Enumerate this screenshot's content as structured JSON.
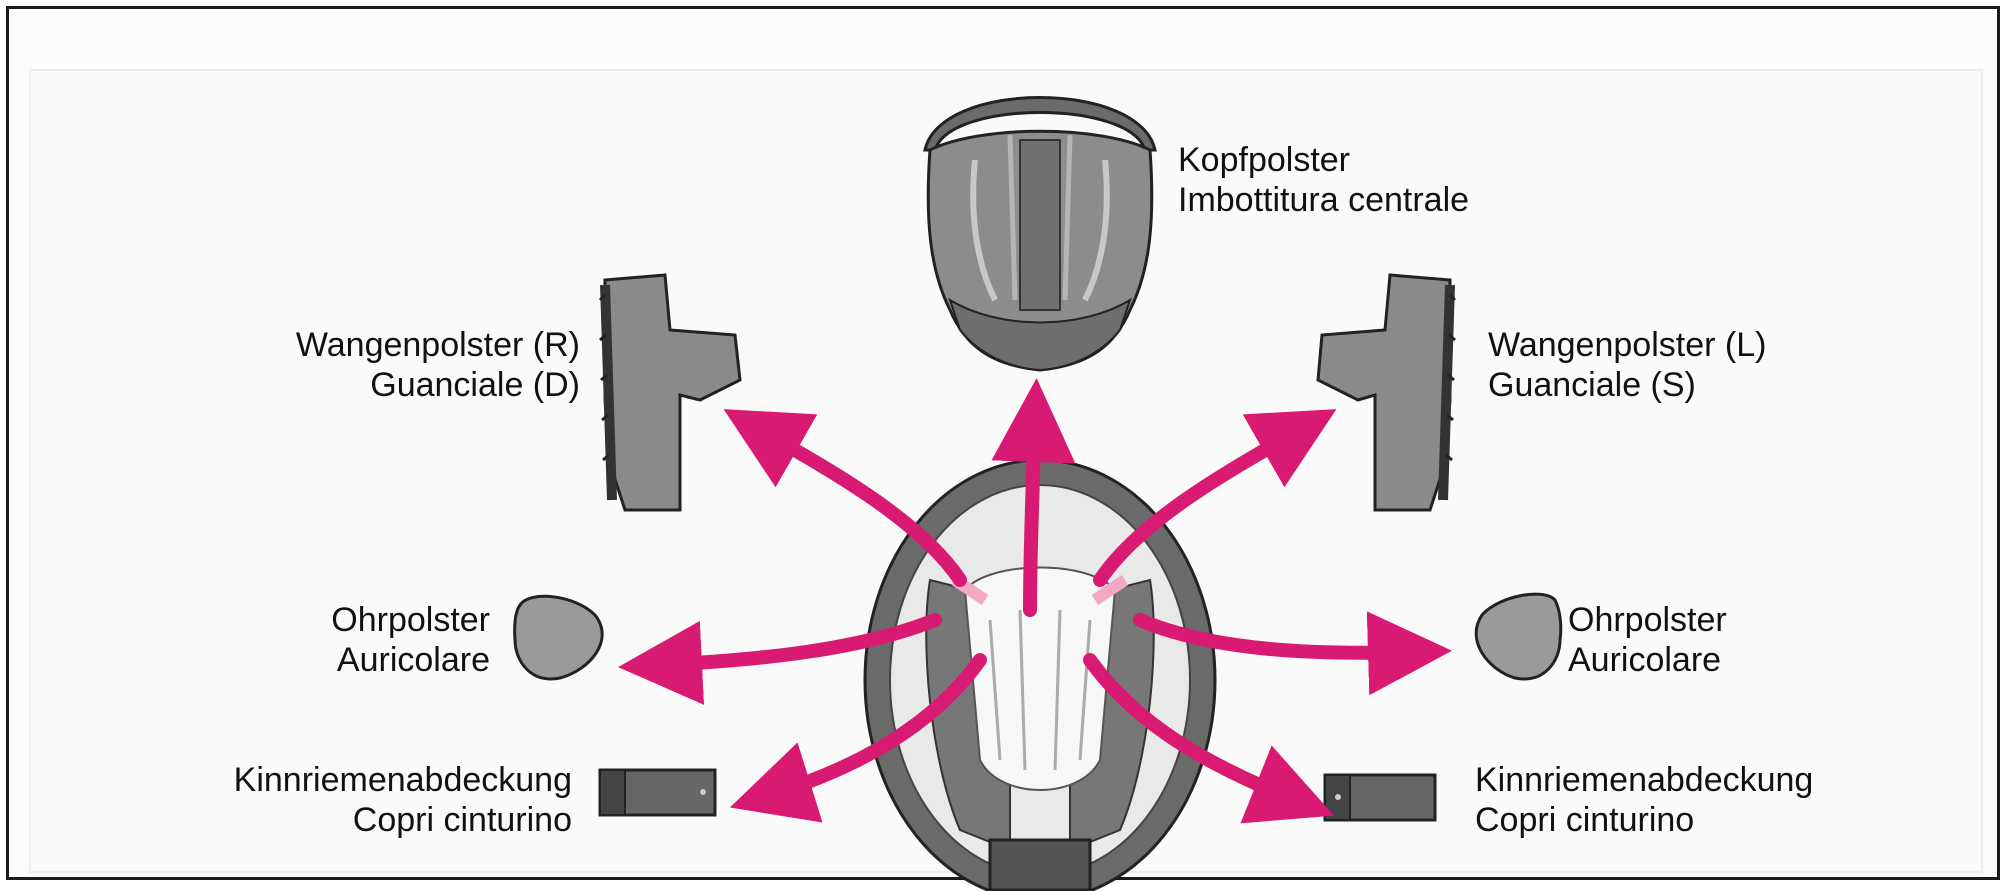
{
  "colors": {
    "arrow": "#d91a72",
    "pad_fill": "#8c8c8c",
    "pad_dark": "#555555",
    "pad_light": "#bdbdbd",
    "shell_white": "#f2f2f2",
    "accent_pink": "#f3a9c6"
  },
  "labels": {
    "top": {
      "line1": "Kopfpolster",
      "line2": "Imbottitura centrale"
    },
    "cheek_right": {
      "line1": "Wangenpolster (R)",
      "line2": "Guanciale (D)"
    },
    "cheek_left": {
      "line1": "Wangenpolster (L)",
      "line2": "Guanciale (S)"
    },
    "ear_left_side": {
      "line1": "Ohrpolster",
      "line2": "Auricolare"
    },
    "ear_right_side": {
      "line1": "Ohrpolster",
      "line2": "Auricolare"
    },
    "chin_left_side": {
      "line1": "Kinnriemenabdeckung",
      "line2": "Copri cinturino"
    },
    "chin_right_side": {
      "line1": "Kinnriemenabdeckung",
      "line2": "Copri cinturino"
    }
  }
}
